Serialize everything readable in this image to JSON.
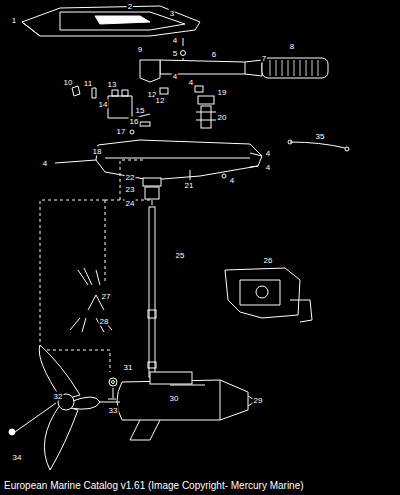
{
  "diagram": {
    "caption": "European Marine Catalog v1.61 (Image Copyright- Mercury Marine)",
    "labels": [
      "1",
      "2",
      "3",
      "4",
      "5",
      "6",
      "7",
      "8",
      "9",
      "10",
      "11",
      "12",
      "4",
      "4",
      "13",
      "12",
      "19",
      "14",
      "15",
      "16",
      "17",
      "20",
      "35",
      "18",
      "4",
      "4",
      "4",
      "21",
      "4",
      "22",
      "23",
      "24",
      "25",
      "26",
      "27",
      "28",
      "31",
      "32",
      "33",
      "30",
      "29",
      "34"
    ]
  }
}
